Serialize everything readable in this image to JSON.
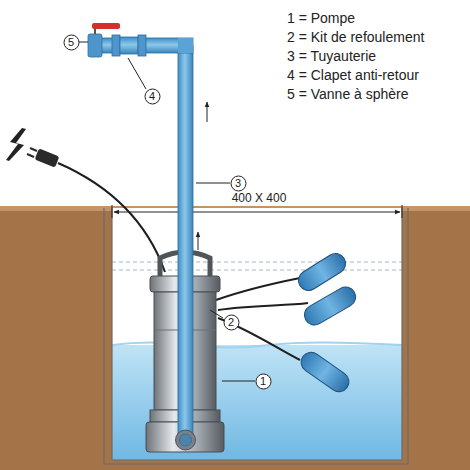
{
  "diagram": {
    "nodes": [
      {
        "text": [
          "5"
        ]
      },
      {
        "text": [
          "4"
        ]
      },
      {
        "text": [
          "3"
        ]
      },
      {
        "text": [
          "2"
        ]
      },
      {
        "text": [
          "1"
        ]
      }
    ],
    "labels": [
      "1 = Pompe",
      "2 = Kit de refoulement",
      "3 = Tuyauterie",
      "4 = Clapet anti-retour",
      "5 = Vanne à sphère",
      "400 X 400"
    ]
  }
}
